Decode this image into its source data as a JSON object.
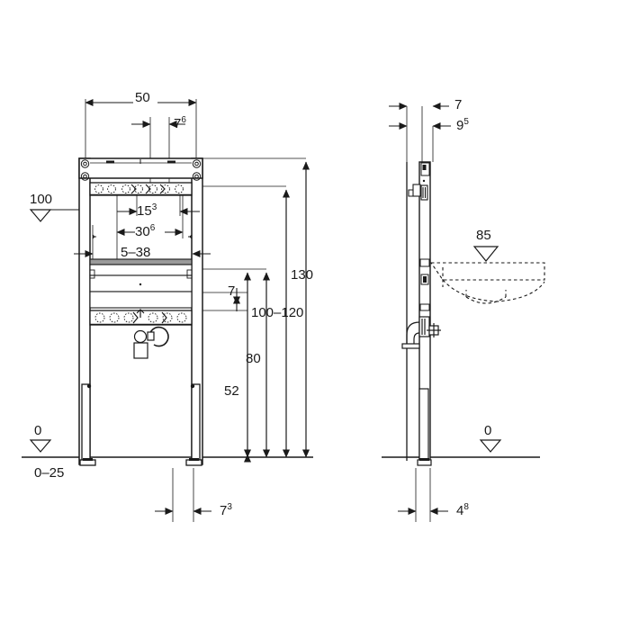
{
  "drawing": {
    "title": "Washbasin installation frame - front elevation and side view",
    "units": "cm",
    "line_color": "#1a1a1a",
    "background": "#ffffff"
  },
  "front_view": {
    "name": "front-elevation",
    "horizontal_dimensions": [
      {
        "id": "width-50",
        "value": "50",
        "sup": ""
      },
      {
        "id": "offset-7-6",
        "value": "7",
        "sup": "6"
      },
      {
        "id": "inner-15-3",
        "value": "15",
        "sup": "3"
      },
      {
        "id": "inner-30-6",
        "value": "30",
        "sup": "6"
      },
      {
        "id": "range-5-38",
        "value": "5–38",
        "sup": ""
      },
      {
        "id": "foot-7-3",
        "value": "7",
        "sup": "3"
      }
    ],
    "vertical_dimensions": [
      {
        "id": "dim-7",
        "value": "7",
        "sup": ""
      },
      {
        "id": "dim-52",
        "value": "52",
        "sup": ""
      },
      {
        "id": "dim-80",
        "value": "80",
        "sup": ""
      },
      {
        "id": "dim-100-120",
        "value": "100–120",
        "sup": ""
      },
      {
        "id": "dim-130",
        "value": "130",
        "sup": ""
      }
    ],
    "level_markers": [
      {
        "id": "level-100",
        "value": "100"
      },
      {
        "id": "level-0",
        "value": "0"
      }
    ],
    "floor_buildup": {
      "id": "floor-0-25",
      "value": "0–25"
    }
  },
  "side_view": {
    "name": "side-view",
    "horizontal_dimensions": [
      {
        "id": "depth-7",
        "value": "7",
        "sup": ""
      },
      {
        "id": "depth-9-5",
        "value": "9",
        "sup": "5"
      },
      {
        "id": "foot-4-8",
        "value": "4",
        "sup": "8"
      }
    ],
    "level_markers": [
      {
        "id": "level-85",
        "value": "85"
      },
      {
        "id": "level-0",
        "value": "0"
      }
    ],
    "fixture": {
      "id": "washbasin-outline",
      "style": "dashed"
    }
  }
}
